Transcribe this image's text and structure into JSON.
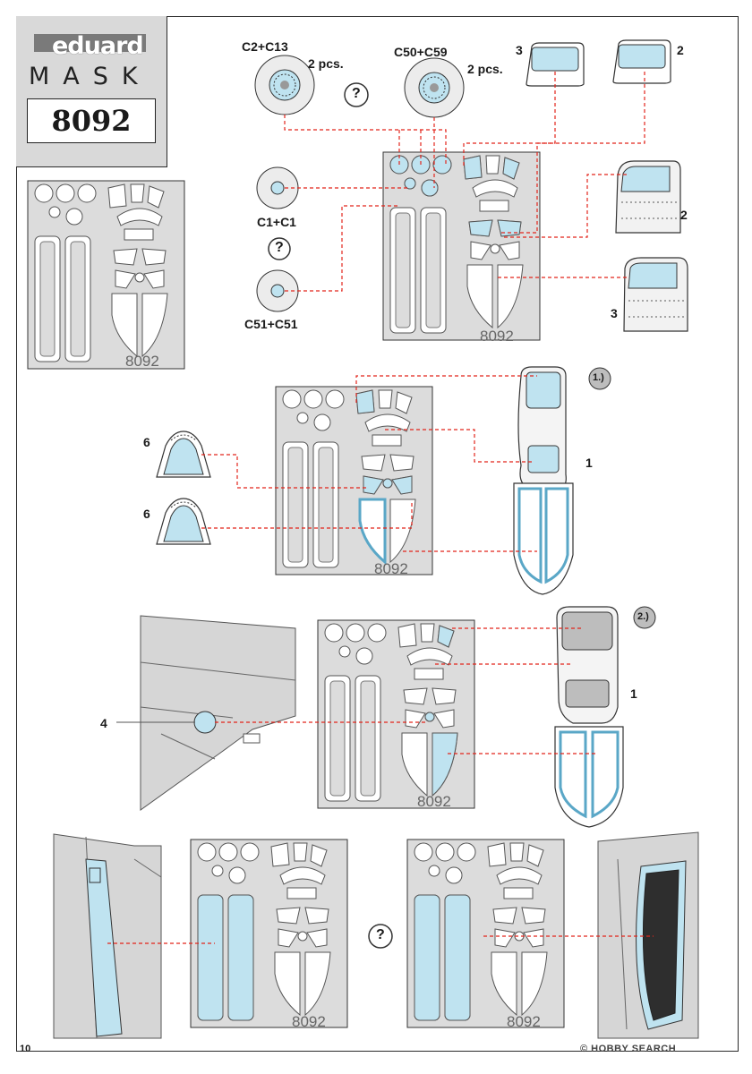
{
  "header": {
    "brand_word": "eduard",
    "product_line": "MASK",
    "product_code": "8092"
  },
  "labels": {
    "c2_c13": "C2+C13",
    "c50_c59": "C50+C59",
    "two_pcs": "2 pcs.",
    "c1_c1": "C1+C1",
    "c51_c51": "C51+C51",
    "num_1": "1",
    "num_2": "2",
    "num_3": "3",
    "num_4": "4",
    "num_6": "6",
    "step_1": "1.)",
    "step_2": "2.)",
    "question": "?",
    "sheet_code": "8092"
  },
  "footer": {
    "page_number": "10",
    "watermark": "© HOBBY SEARCH"
  },
  "colors": {
    "mask_blue": "#bfe3f0",
    "sheet_gray": "#dcdcdc",
    "leader_red": "#e2241b",
    "tape_dark": "#2e2e2e"
  }
}
